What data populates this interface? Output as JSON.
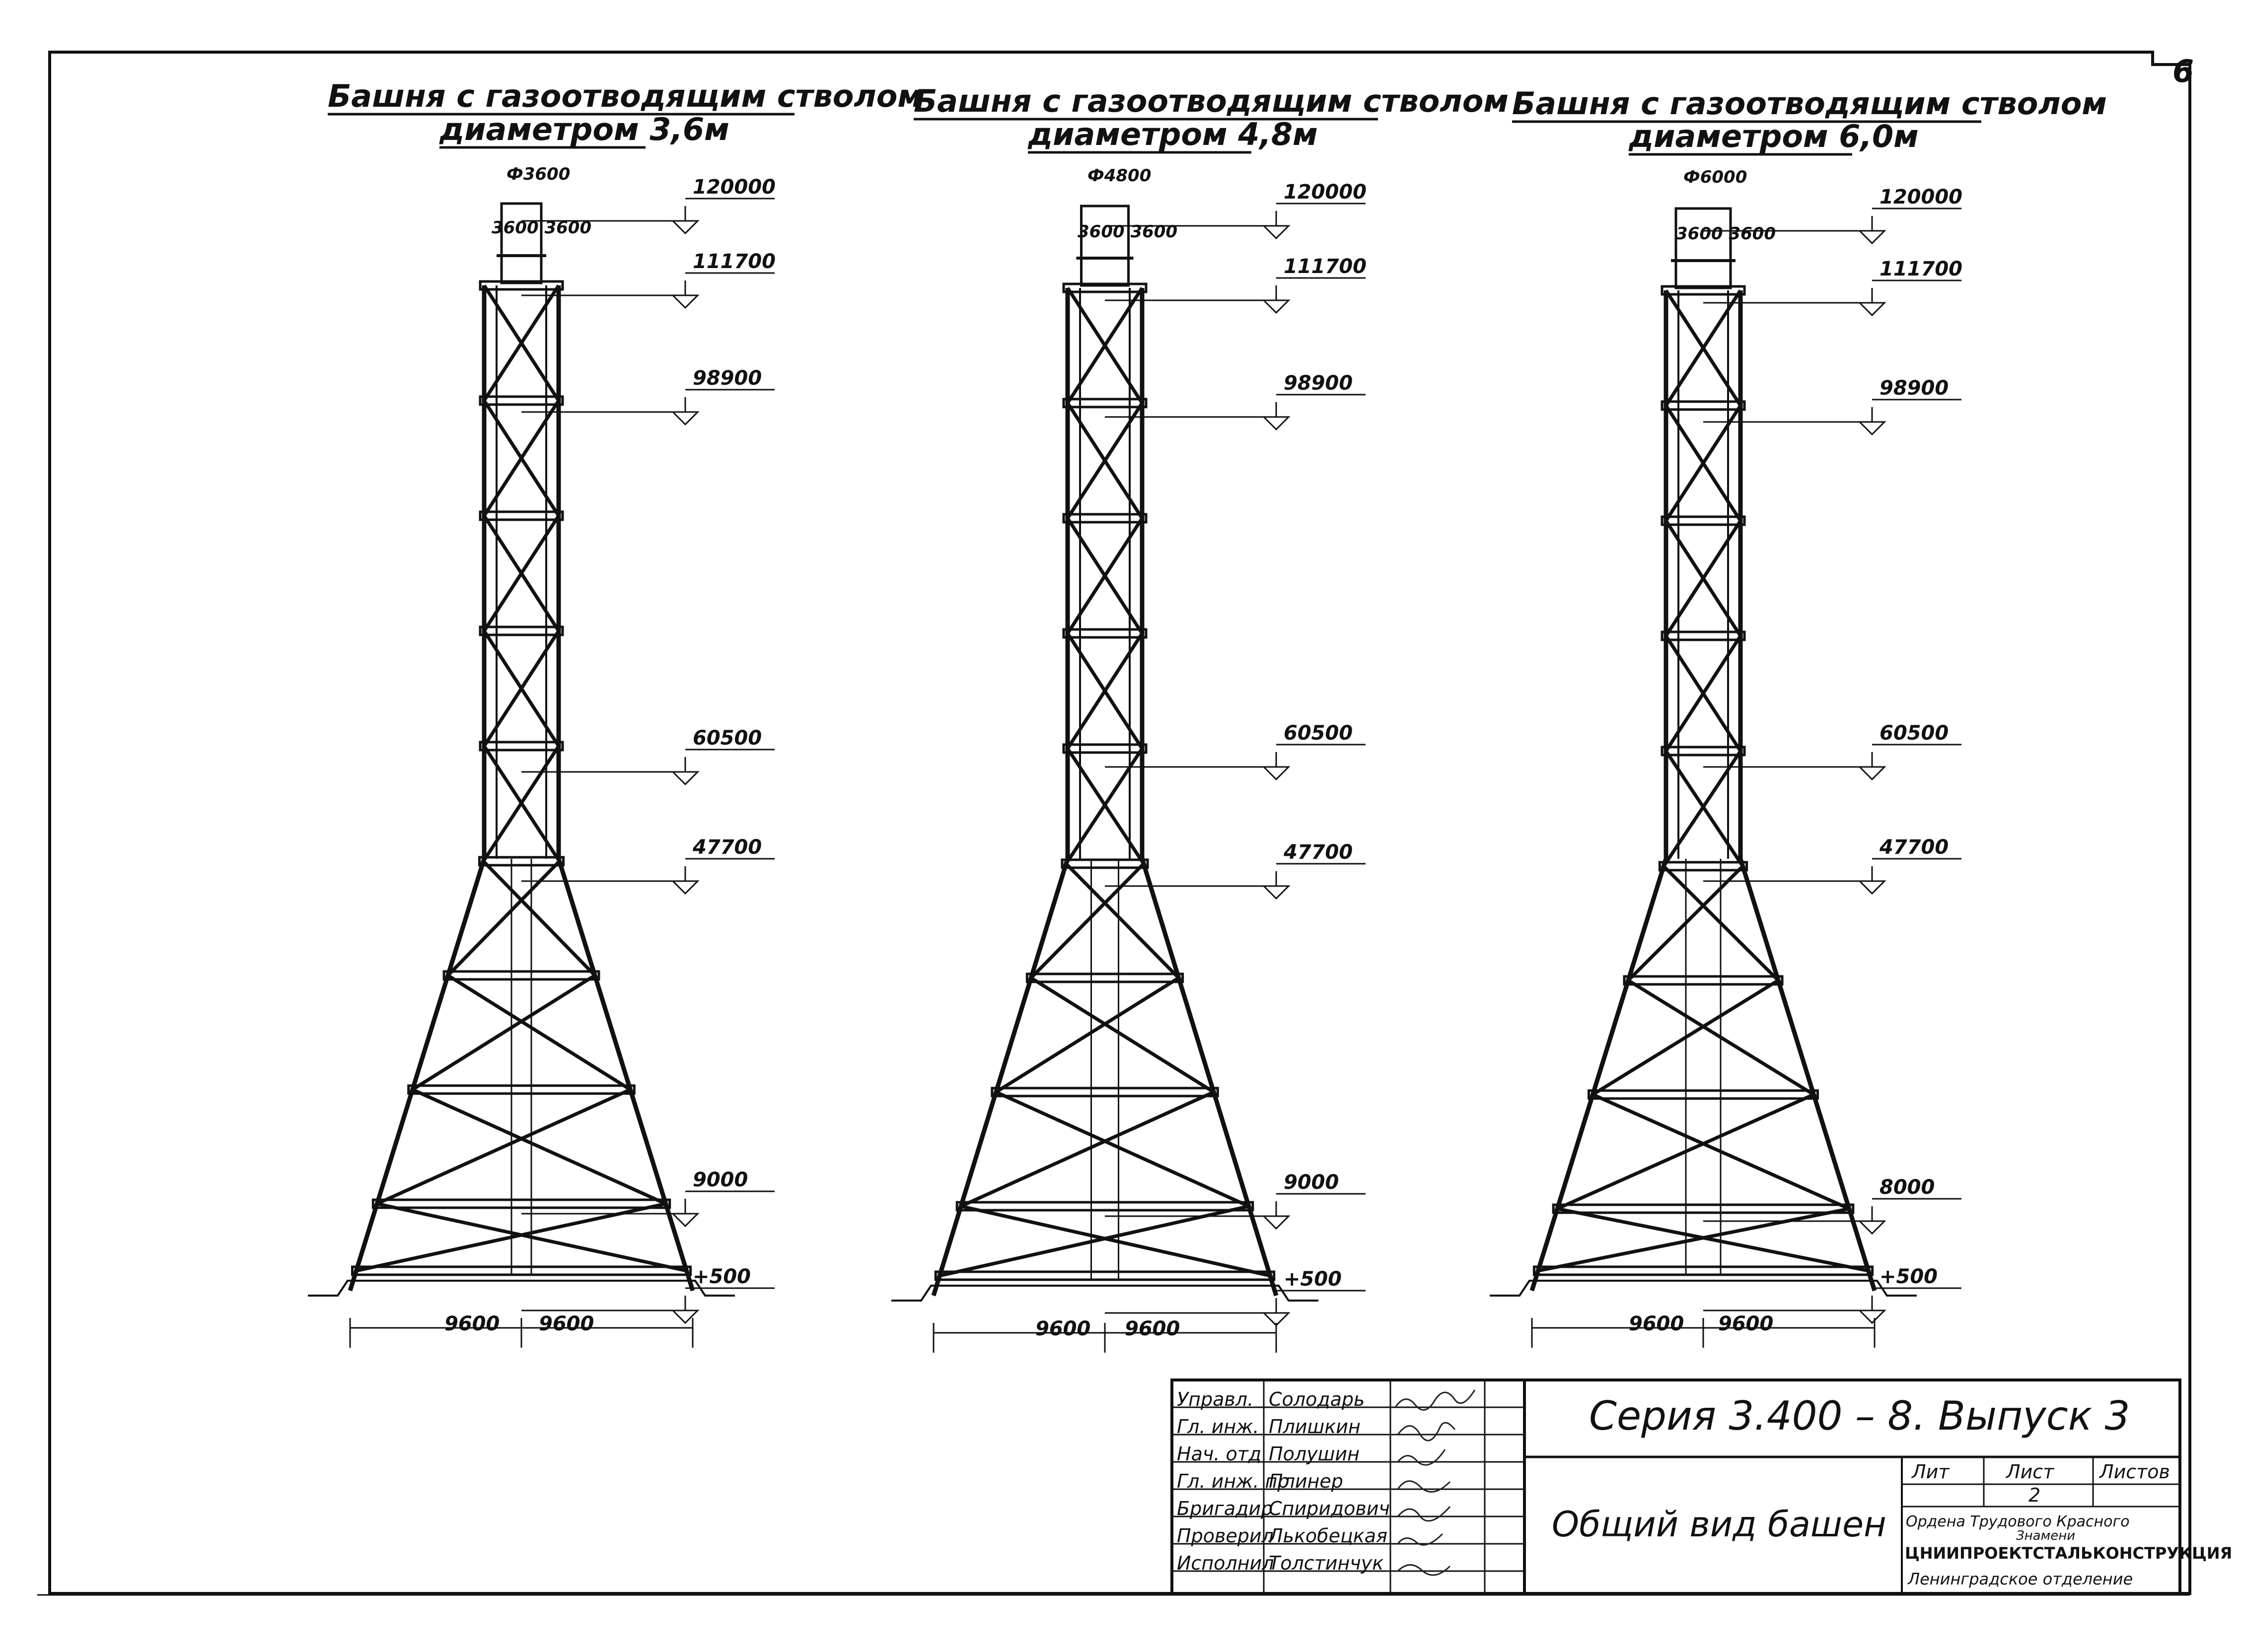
{
  "sheet_number": "6",
  "towers": [
    {
      "title_line1": "Башня с газоотводящим стволом",
      "title_line2": "диаметром 3,6м",
      "diameter": "Ф3600",
      "top_dims": "3600 3600",
      "marks": [
        "120000",
        "111700",
        "98900",
        "60500",
        "47700",
        "9000",
        "+500"
      ],
      "base_dims": [
        "9600",
        "9600"
      ]
    },
    {
      "title_line1": "Башня с газоотводящим стволом",
      "title_line2": "диаметром 4,8м",
      "diameter": "Ф4800",
      "top_dims": "3600 3600",
      "marks": [
        "120000",
        "111700",
        "98900",
        "60500",
        "47700",
        "9000",
        "+500"
      ],
      "base_dims": [
        "9600",
        "9600"
      ]
    },
    {
      "title_line1": "Башня с газоотводящим стволом",
      "title_line2": "диаметром 6,0м",
      "diameter": "Ф6000",
      "top_dims": "3600 3600",
      "marks": [
        "120000",
        "111700",
        "98900",
        "60500",
        "47700",
        "8000",
        "+500"
      ],
      "base_dims": [
        "9600",
        "9600"
      ]
    }
  ],
  "title_block": {
    "rows": [
      {
        "role": "Управл.",
        "name": "Солодарь"
      },
      {
        "role": "Гл. инж.",
        "name": "Плишкин"
      },
      {
        "role": "Нач. отд",
        "name": "Полушин"
      },
      {
        "role": "Гл. инж. пр",
        "name": "Плинер"
      },
      {
        "role": "Бригадир",
        "name": "Спиридович"
      },
      {
        "role": "Проверил",
        "name": "Лькобецкая"
      },
      {
        "role": "Исполнил",
        "name": "Толстинчук"
      }
    ],
    "series": "Серия 3.400 – 8. Выпуск 3",
    "drawing_title": "Общий вид башен",
    "lit_header": "Лит",
    "sheet_header": "Лист",
    "sheets_header": "Листов",
    "sheet_value": "2",
    "org_line1": "Ордена Трудового Красного",
    "org_line2": "Знамени",
    "org_line3": "ЦНИИПРОЕКТСТАЛЬКОНСТРУКЦИЯ",
    "org_line4": "Ленинградское отделение"
  }
}
